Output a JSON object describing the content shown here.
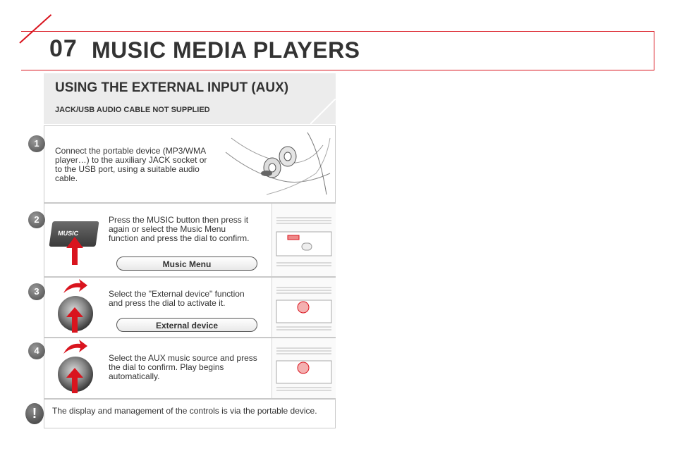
{
  "chapter": {
    "number": "07",
    "title": "MUSIC MEDIA PLAYERS"
  },
  "section": {
    "title": "USING THE EXTERNAL INPUT (AUX)",
    "subtitle": "JACK/USB AUDIO CABLE NOT SUPPLIED"
  },
  "steps": [
    {
      "number": "1",
      "text": "Connect the portable device (MP3/WMA player…) to the auxiliary JACK socket or to the USB port, using a suitable audio cable."
    },
    {
      "number": "2",
      "text": "Press the MUSIC button then press it again or select the Music Menu function and press the dial to confirm.",
      "button_label": "MUSIC",
      "menu_label": "Music Menu"
    },
    {
      "number": "3",
      "text": "Select the \"External device\" function and press the dial to activate it.",
      "menu_label": "External device"
    },
    {
      "number": "4",
      "text": "Select the AUX music source and press the dial to confirm. Play begins automatically."
    }
  ],
  "note": {
    "symbol": "!",
    "text": "The display and management of the controls is via the portable device."
  },
  "colors": {
    "accent": "#d9141e",
    "section_bg": "#ececec",
    "text": "#333333"
  }
}
